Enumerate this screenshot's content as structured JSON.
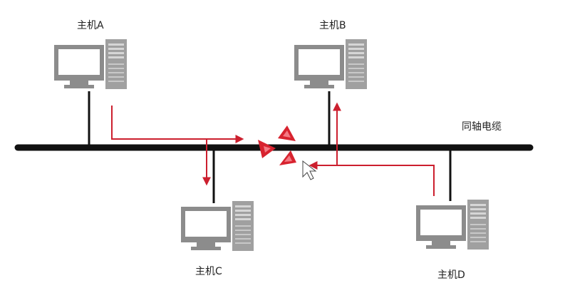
{
  "diagram": {
    "title": "",
    "cable_label": "同轴电缆",
    "hosts": [
      {
        "id": "A",
        "label": "主机A"
      },
      {
        "id": "B",
        "label": "主机B"
      },
      {
        "id": "C",
        "label": "主机C"
      },
      {
        "id": "D",
        "label": "主机D"
      }
    ],
    "colors": {
      "cable": "#111111",
      "signal": "#cc1f2e",
      "computer": "#8c8c8c",
      "computer_light": "#b9b9b9",
      "collision": "#d8232f"
    },
    "icons": [
      "computer-icon",
      "collision-icon",
      "mouse-cursor-icon"
    ]
  }
}
